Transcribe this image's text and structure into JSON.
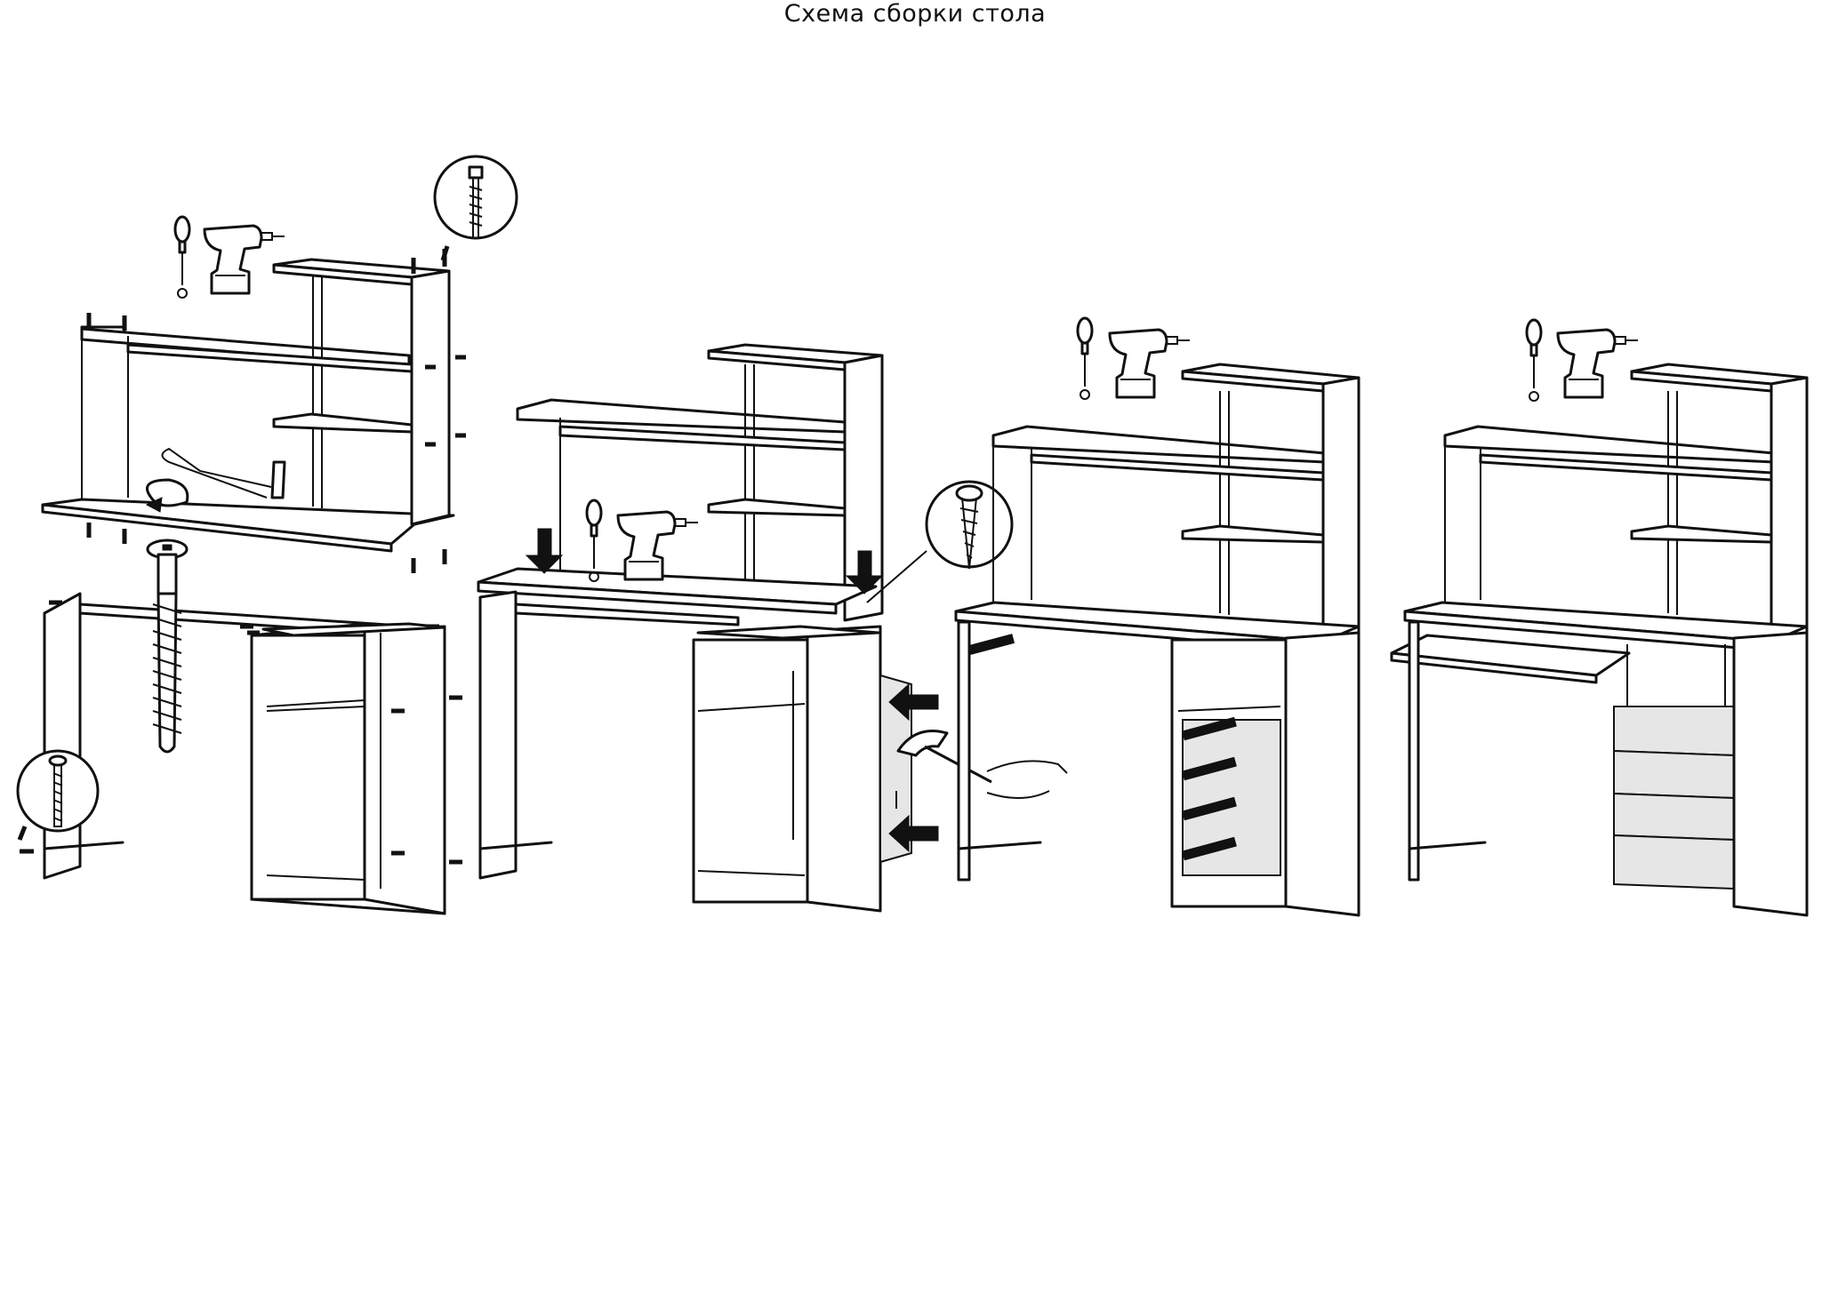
{
  "title": "Схема сборки стола",
  "colors": {
    "line": "#111111",
    "panel": "#ffffff",
    "shade": "#e6e6e6"
  },
  "icons": [
    "screw-icon",
    "screwdriver-icon",
    "drill-icon",
    "hex-key-icon",
    "hammer-icon",
    "arrow-down-icon",
    "arrow-left-icon",
    "rotation-arrow-icon"
  ],
  "steps": [
    {
      "id": 1,
      "parts": [
        "hutch-shelf",
        "desk-base",
        "hex-key",
        "confirmat-screw",
        "screw-detail"
      ]
    },
    {
      "id": 2,
      "parts": [
        "hutch-shelf",
        "desk-top",
        "back-panel",
        "hammer",
        "tools"
      ]
    },
    {
      "id": 3,
      "parts": [
        "assembled-desk",
        "drawer-slides",
        "wood-screw-detail",
        "tools"
      ]
    },
    {
      "id": 4,
      "parts": [
        "assembled-desk",
        "keyboard-tray",
        "drawers",
        "tools"
      ]
    }
  ]
}
